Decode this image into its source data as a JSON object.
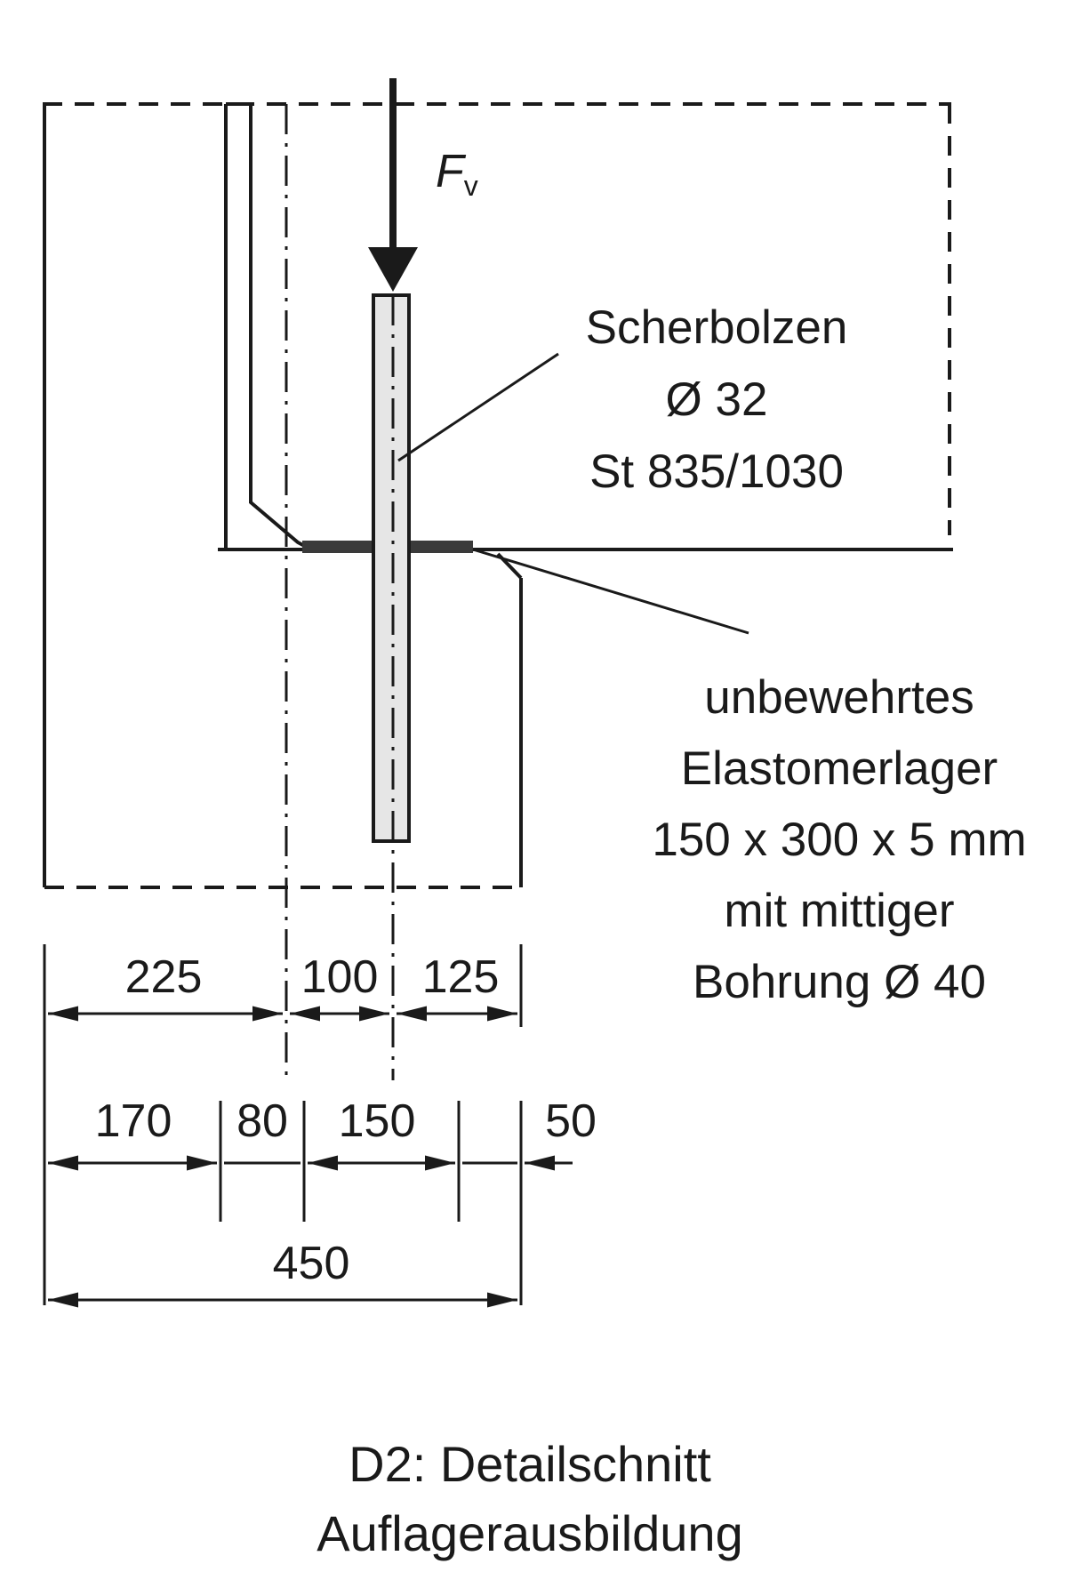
{
  "force": {
    "symbol": "F",
    "subscript": "v"
  },
  "bolt": {
    "name": "Scherbolzen",
    "diameter": "Ø 32",
    "steel": "St 835/1030"
  },
  "bearing": {
    "line1": "unbewehrtes",
    "line2": "Elastomerlager",
    "line3": "150 x 300 x 5 mm",
    "line4": "mit mittiger",
    "line5": "Bohrung Ø 40"
  },
  "dimensions": {
    "row1": [
      "225",
      "100",
      "125"
    ],
    "row2": [
      "170",
      "80",
      "150",
      "50"
    ],
    "total": "450"
  },
  "caption": {
    "line1": "D2: Detailschnitt",
    "line2": "Auflagerausbildung"
  }
}
